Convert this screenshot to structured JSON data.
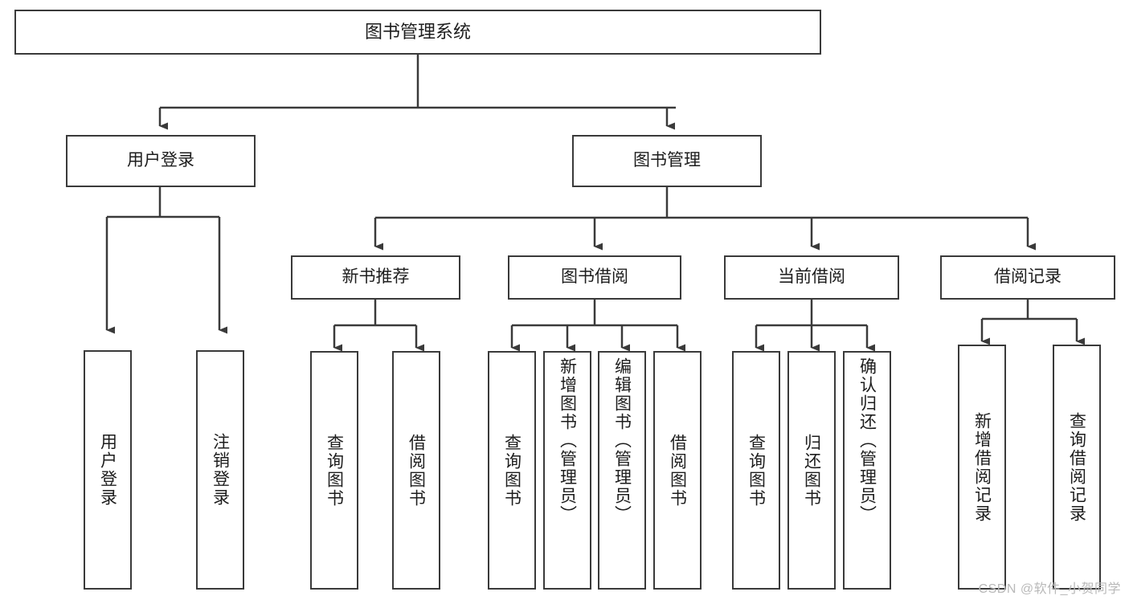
{
  "diagram": {
    "title": "图书管理系统",
    "type": "hierarchy-tree",
    "orientation": "top-down",
    "colors": {
      "box_border": "#3a3a3a",
      "box_fill": "#ffffff",
      "connector": "#3a3a3a",
      "text": "#1d1d1d",
      "watermark": "#b9b9b9",
      "background": "#ffffff"
    }
  },
  "root": {
    "label": "图书管理系统"
  },
  "level2": {
    "user_login": {
      "label": "用户登录"
    },
    "book_manage": {
      "label": "图书管理"
    }
  },
  "level3": {
    "new_book_recommend": {
      "label": "新书推荐"
    },
    "book_borrow": {
      "label": "图书借阅"
    },
    "current_borrow": {
      "label": "当前借阅"
    },
    "borrow_record": {
      "label": "借阅记录"
    }
  },
  "leaves": {
    "user_login": [
      {
        "label": "用户登录"
      },
      {
        "label": "注销登录"
      }
    ],
    "new_book_recommend": [
      {
        "label": "查询图书"
      },
      {
        "label": "借阅图书"
      }
    ],
    "book_borrow": [
      {
        "label": "查询图书"
      },
      {
        "label": "新增图书（管理员）"
      },
      {
        "label": "编辑图书（管理员）"
      },
      {
        "label": "借阅图书"
      }
    ],
    "current_borrow": [
      {
        "label": "查询图书"
      },
      {
        "label": "归还图书"
      },
      {
        "label": "确认归还（管理员）"
      }
    ],
    "borrow_record": [
      {
        "label": "新增借阅记录"
      },
      {
        "label": "查询借阅记录"
      }
    ]
  },
  "watermark": {
    "text": "CSDN @软件_小贺同学"
  }
}
